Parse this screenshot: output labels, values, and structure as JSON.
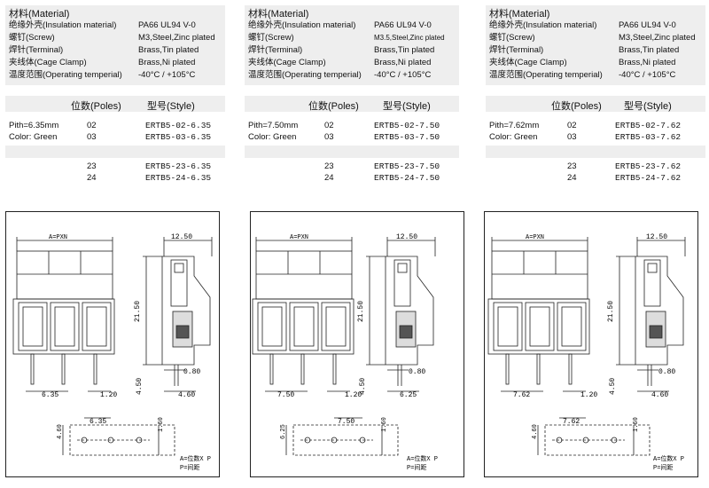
{
  "columns": [
    {
      "material_title": "材料(Material)",
      "specs": [
        {
          "label": "绝缘外壳(Insulation material)",
          "value": "PA66 UL94 V-0"
        },
        {
          "label": "螺钉(Screw)",
          "value": "M3,Steel,Zinc plated"
        },
        {
          "label": "焊针(Terminal)",
          "value": "Brass,Tin plated"
        },
        {
          "label": "夹线体(Cage Clamp)",
          "value": "Brass,Ni plated"
        },
        {
          "label": "温度范围(Operating temperial)",
          "value": "-40°C / +105°C"
        }
      ],
      "poles_header": "位数(Poles)",
      "style_header": "型号(Style)",
      "pitch_label": "Pith=6.35mm",
      "color_label": "Color: Green",
      "rows": [
        {
          "poles": "02",
          "style": "ERTB5-02-6.35"
        },
        {
          "poles": "03",
          "style": "ERTB5-03-6.35"
        },
        {
          "poles": "23",
          "style": "ERTB5-23-6.35"
        },
        {
          "poles": "24",
          "style": "ERTB5-24-6.35"
        }
      ],
      "drawing": {
        "width_label": "A=PXN",
        "depth": "12.50",
        "height": "21.50",
        "pin_pitch": "6.35",
        "pin_gap": "1.20",
        "pin_len": "4.50",
        "offset": "4.60",
        "tail": "0.80",
        "hole_v": "4.60",
        "hole_p": "6.35",
        "hole_d": "1.60",
        "legend_a": "A=位数X P",
        "legend_p": "P=间距"
      }
    },
    {
      "material_title": "材料(Material)",
      "specs": [
        {
          "label": "绝缘外壳(Insulation material)",
          "value": "PA66 UL94 V-0"
        },
        {
          "label": "螺钉(Screw)",
          "value": "M3.5,Steel,Zinc plated"
        },
        {
          "label": "焊针(Terminal)",
          "value": "Brass,Tin plated"
        },
        {
          "label": "夹线体(Cage Clamp)",
          "value": "Brass,Ni plated"
        },
        {
          "label": "温度范围(Operating temperial)",
          "value": "-40°C / +105°C"
        }
      ],
      "poles_header": "位数(Poles)",
      "style_header": "型号(Style)",
      "pitch_label": "Pith=7.50mm",
      "color_label": "Color: Green",
      "rows": [
        {
          "poles": "02",
          "style": "ERTB5-02-7.50"
        },
        {
          "poles": "03",
          "style": "ERTB5-03-7.50"
        },
        {
          "poles": "23",
          "style": "ERTB5-23-7.50"
        },
        {
          "poles": "24",
          "style": "ERTB5-24-7.50"
        }
      ],
      "drawing": {
        "width_label": "A=PXN",
        "depth": "12.50",
        "height": "21.50",
        "pin_pitch": "7.50",
        "pin_gap": "1.20",
        "pin_len": "4.50",
        "offset": "6.25",
        "tail": "0.80",
        "hole_v": "6.25",
        "hole_p": "7.50",
        "hole_d": "1.60",
        "legend_a": "A=位数X P",
        "legend_p": "P=间距"
      }
    },
    {
      "material_title": "材料(Material)",
      "specs": [
        {
          "label": "绝缘外壳(Insulation material)",
          "value": "PA66 UL94 V-0"
        },
        {
          "label": "螺钉(Screw)",
          "value": "M3,Steel,Zinc plated"
        },
        {
          "label": "焊针(Terminal)",
          "value": "Brass,Tin plated"
        },
        {
          "label": "夹线体(Cage Clamp)",
          "value": "Brass,Ni plated"
        },
        {
          "label": "温度范围(Operating temperial)",
          "value": "-40°C / +105°C"
        }
      ],
      "poles_header": "位数(Poles)",
      "style_header": "型号(Style)",
      "pitch_label": "Pith=7.62mm",
      "color_label": "Color: Green",
      "rows": [
        {
          "poles": "02",
          "style": "ERTB5-02-7.62"
        },
        {
          "poles": "03",
          "style": "ERTB5-03-7.62"
        },
        {
          "poles": "23",
          "style": "ERTB5-23-7.62"
        },
        {
          "poles": "24",
          "style": "ERTB5-24-7.62"
        }
      ],
      "drawing": {
        "width_label": "A=PXN",
        "depth": "12.50",
        "height": "21.50",
        "pin_pitch": "7.62",
        "pin_gap": "1.20",
        "pin_len": "4.50",
        "offset": "4.60",
        "tail": "0.80",
        "hole_v": "4.60",
        "hole_p": "7.62",
        "hole_d": "1.60",
        "legend_a": "A=位数X P",
        "legend_p": "P=间距"
      }
    }
  ]
}
